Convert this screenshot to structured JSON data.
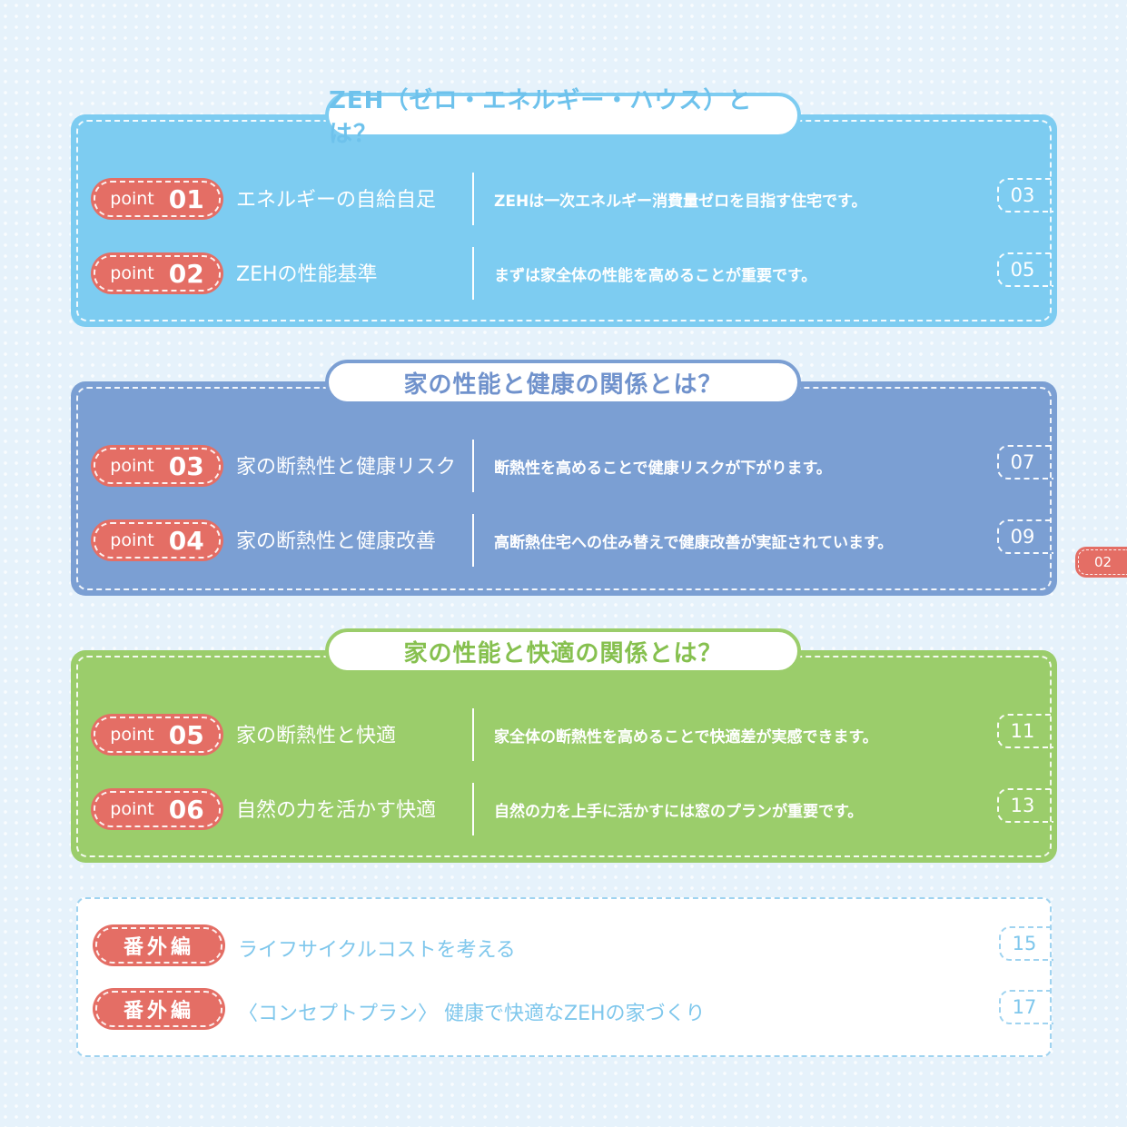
{
  "colors": {
    "section1": "#7dccf1",
    "section2": "#7b9fd3",
    "section3": "#9bcd6b",
    "pill": "#e46e65",
    "extras_text": "#7fc7ec"
  },
  "sections": [
    {
      "title": "ZEH（ゼロ・エネルギー・ハウス）とは？",
      "rows": [
        {
          "point_word": "point",
          "num": "01",
          "title": "エネルギーの自給自足",
          "desc": "ZEHは一次エネルギー消費量ゼロを目指す住宅です。",
          "page": "03"
        },
        {
          "point_word": "point",
          "num": "02",
          "title": "ZEHの性能基準",
          "desc": "まずは家全体の性能を高めることが重要です。",
          "page": "05"
        }
      ]
    },
    {
      "title": "家の性能と健康の関係とは？",
      "rows": [
        {
          "point_word": "point",
          "num": "03",
          "title": "家の断熱性と健康リスク",
          "desc": "断熱性を高めることで健康リスクが下がります。",
          "page": "07"
        },
        {
          "point_word": "point",
          "num": "04",
          "title": "家の断熱性と健康改善",
          "desc": "高断熱住宅への住み替えで健康改善が実証されています。",
          "page": "09"
        }
      ]
    },
    {
      "title": "家の性能と快適の関係とは？",
      "rows": [
        {
          "point_word": "point",
          "num": "05",
          "title": "家の断熱性と快適",
          "desc": "家全体の断熱性を高めることで快適差が実感できます。",
          "page": "11"
        },
        {
          "point_word": "point",
          "num": "06",
          "title": "自然の力を活かす快適",
          "desc": "自然の力を上手に活かすには窓のプランが重要です。",
          "page": "13"
        }
      ]
    }
  ],
  "extras": [
    {
      "label": "番外編",
      "title": "ライフサイクルコストを考える",
      "page": "15"
    },
    {
      "label": "番外編",
      "title": "〈コンセプトプラン〉 健康で快適なZEHの家づくり",
      "page": "17"
    }
  ],
  "side_tab": "02"
}
